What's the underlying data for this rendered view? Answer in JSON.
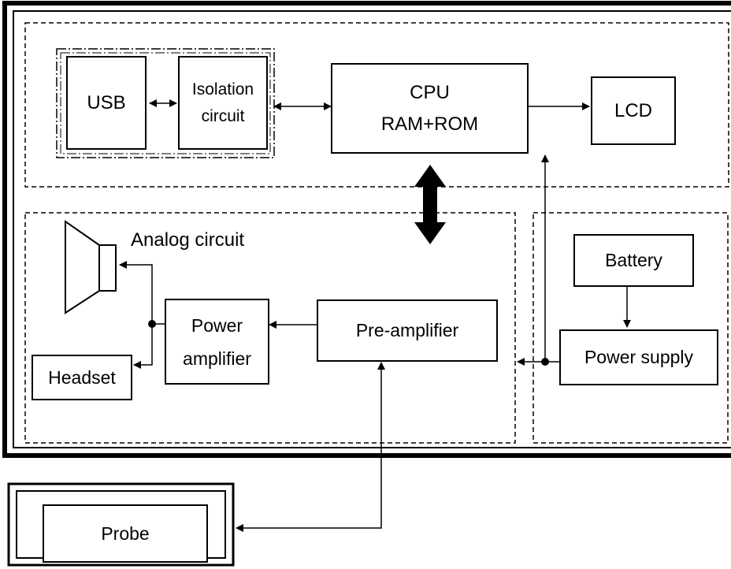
{
  "diagram": {
    "blocks": {
      "usb": "USB",
      "isolation_line1": "Isolation",
      "isolation_line2": "circuit",
      "cpu_line1": "CPU",
      "cpu_line2": "RAM+ROM",
      "lcd": "LCD",
      "battery": "Battery",
      "power_supply": "Power supply",
      "pre_amplifier": "Pre-amplifier",
      "power_amp_line1": "Power",
      "power_amp_line2": "amplifier",
      "headset": "Headset",
      "probe": "Probe"
    },
    "region_labels": {
      "analog_circuit": "Analog circuit"
    },
    "icons": [
      "speaker-icon",
      "bus-arrow-icon",
      "junction-dot-icon"
    ]
  }
}
